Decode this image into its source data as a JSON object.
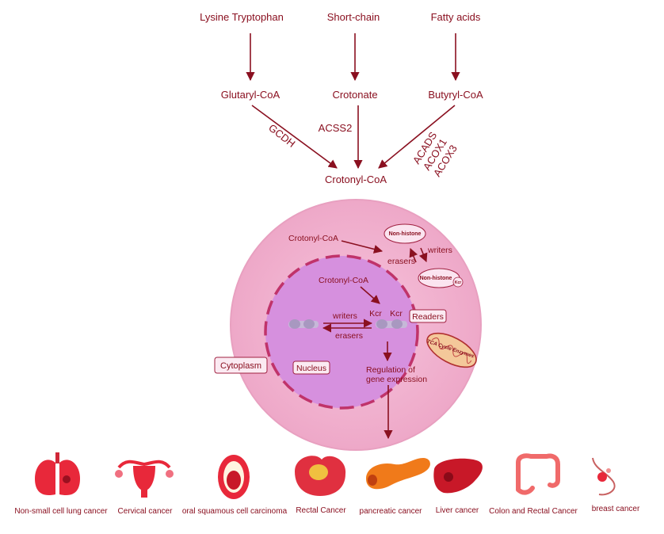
{
  "sources": [
    "Lysine Tryptophan",
    "Short-chain",
    "Fatty acids"
  ],
  "intermediates": [
    "Glutaryl-CoA",
    "Crotonate",
    "Butyryl-CoA"
  ],
  "enzymes": {
    "gcdh": "GCDH",
    "acss2": "ACSS2",
    "acads": "ACADS",
    "acox1": "ACOX1",
    "acox3": "ACOX3"
  },
  "product": "Crotonyl-CoA",
  "cell": {
    "cytoplasm_crotonyl": "Crotonyl-CoA",
    "non_histone_1": "Non-histone",
    "non_histone_2": "Non-histone",
    "kcr_small": "Kcr",
    "writers_top": "writers",
    "erasers_top": "erasers",
    "nucleus_crotonyl": "Crotonyl-CoA",
    "kcr_1": "Kcr",
    "kcr_2": "Kcr",
    "readers": "Readers",
    "writers_nuc": "writers",
    "erasers_nuc": "erasers",
    "tca": "TCA Cycle Enzymes",
    "cytoplasm": "Cytoplasm",
    "nucleus": "Nucleus",
    "regulation_1": "Regulation of",
    "regulation_2": "gene expression"
  },
  "cancers": [
    "Non-small cell lung cancer",
    "Cervical cancer",
    "oral squamous cell carcinoma",
    "Rectal Cancer",
    "pancreatic cancer",
    "Liver cancer",
    "Colon and Rectal Cancer",
    "breast cancer"
  ],
  "colors": {
    "text": "#8a1020",
    "cell": "#f2b6d2",
    "nucleus": "#d890e0",
    "organ": "#e8283a",
    "pancreas": "#f07a1a"
  }
}
